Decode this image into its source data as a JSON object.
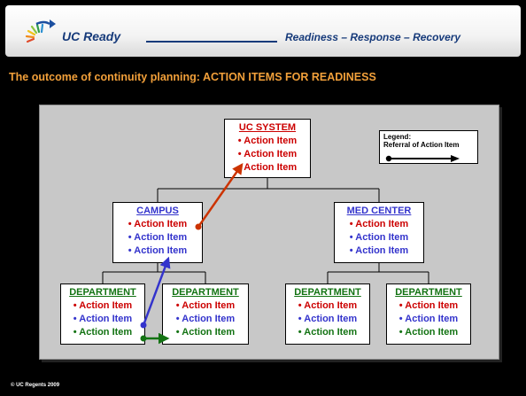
{
  "header": {
    "brand": "UC Ready",
    "tagline": "Readiness – Response – Recovery",
    "logo_icon": "sunburst-arrow-icon"
  },
  "subtitle": "The outcome of continuity planning:   ACTION ITEMS FOR READINESS",
  "legend": {
    "title": "Legend:",
    "label": "Referral of Action Item"
  },
  "org_chart": {
    "uc_system": {
      "title": "UC SYSTEM",
      "items": [
        "• Action Item",
        "• Action Item",
        "• Action Item"
      ]
    },
    "campus": {
      "title": "CAMPUS",
      "items": [
        "• Action Item",
        "• Action Item",
        "• Action Item"
      ]
    },
    "med_center": {
      "title": "MED CENTER",
      "items": [
        "• Action Item",
        "• Action Item",
        "• Action Item"
      ]
    },
    "campus_dept_1": {
      "title": "DEPARTMENT",
      "items": [
        "• Action Item",
        "• Action Item",
        "• Action Item"
      ]
    },
    "campus_dept_2": {
      "title": "DEPARTMENT",
      "items": [
        "• Action Item",
        "• Action Item",
        "• Action Item"
      ]
    },
    "med_dept_1": {
      "title": "DEPARTMENT",
      "items": [
        "• Action Item",
        "• Action Item",
        "• Action Item"
      ]
    },
    "med_dept_2": {
      "title": "DEPARTMENT",
      "items": [
        "• Action Item",
        "• Action Item",
        "• Action Item"
      ]
    }
  },
  "colors": {
    "uc_system_title": "#cc0000",
    "campus_title": "#3333cc",
    "med_center_title": "#3333cc",
    "department_title": "#137313",
    "item_red": "#cc0000",
    "item_blue": "#3333cc",
    "item_green": "#137313",
    "subtitle": "#f2a03a"
  },
  "copyright": "© UC Regents 2009"
}
